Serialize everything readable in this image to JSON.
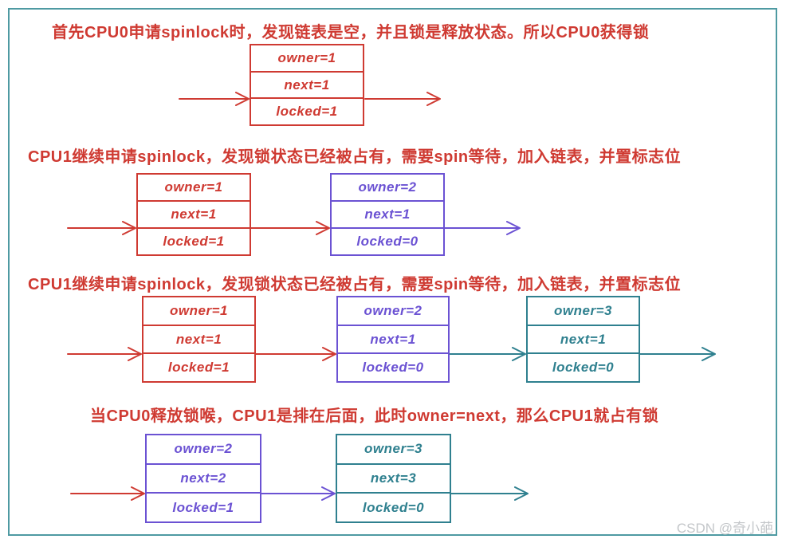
{
  "colors": {
    "red": "#cf3a32",
    "purple": "#6b52d3",
    "teal": "#2f808f",
    "border": "#4e9aa2",
    "watermark": "#c3c6c9"
  },
  "watermark": "CSDN @奇小葩",
  "sections": [
    {
      "heading": "首先CPU0申请spinlock时，发现链表是空，并且锁是释放状态。所以CPU0获得锁",
      "boxes": [
        {
          "color": "red",
          "cells": [
            "owner=1",
            "next=1",
            "locked=1"
          ]
        }
      ]
    },
    {
      "heading": "CPU1继续申请spinlock，发现锁状态已经被占有，需要spin等待，加入链表，并置标志位",
      "boxes": [
        {
          "color": "red",
          "cells": [
            "owner=1",
            "next=1",
            "locked=1"
          ]
        },
        {
          "color": "purple",
          "cells": [
            "owner=2",
            "next=1",
            "locked=0"
          ]
        }
      ]
    },
    {
      "heading": "CPU1继续申请spinlock，发现锁状态已经被占有，需要spin等待，加入链表，并置标志位",
      "boxes": [
        {
          "color": "red",
          "cells": [
            "owner=1",
            "next=1",
            "locked=1"
          ]
        },
        {
          "color": "purple",
          "cells": [
            "owner=2",
            "next=1",
            "locked=0"
          ]
        },
        {
          "color": "teal",
          "cells": [
            "owner=3",
            "next=1",
            "locked=0"
          ]
        }
      ]
    },
    {
      "heading": "当CPU0释放锁喉，CPU1是排在后面，此时owner=next，那么CPU1就占有锁",
      "boxes": [
        {
          "color": "purple",
          "cells": [
            "owner=2",
            "next=2",
            "locked=1"
          ]
        },
        {
          "color": "teal",
          "cells": [
            "owner=3",
            "next=3",
            "locked=0"
          ]
        }
      ]
    }
  ]
}
